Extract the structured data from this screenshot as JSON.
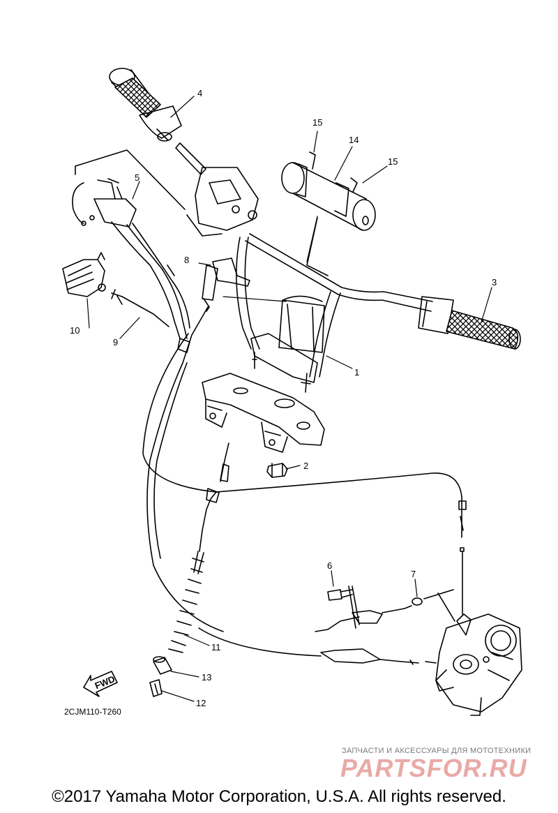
{
  "diagram": {
    "callouts": [
      {
        "id": "c1",
        "label": "1"
      },
      {
        "id": "c2",
        "label": "2"
      },
      {
        "id": "c3",
        "label": "3"
      },
      {
        "id": "c4",
        "label": "4"
      },
      {
        "id": "c5",
        "label": "5"
      },
      {
        "id": "c6",
        "label": "6"
      },
      {
        "id": "c7",
        "label": "7"
      },
      {
        "id": "c8",
        "label": "8"
      },
      {
        "id": "c9",
        "label": "9"
      },
      {
        "id": "c10",
        "label": "10"
      },
      {
        "id": "c11",
        "label": "11"
      },
      {
        "id": "c12",
        "label": "12"
      },
      {
        "id": "c13",
        "label": "13"
      },
      {
        "id": "c14",
        "label": "14"
      },
      {
        "id": "c15a",
        "label": "15"
      },
      {
        "id": "c15b",
        "label": "15"
      }
    ],
    "fwd_label": "FWD",
    "diagram_code": "2CJM110-T260"
  },
  "watermark": {
    "tagline": "ЗАПЧАСТИ И АКСЕССУАРЫ ДЛЯ МОТОТЕХНИКИ",
    "brand": "PARTSFOR.RU"
  },
  "footer": {
    "copyright": "©2017 Yamaha Motor Corporation, U.S.A. All rights reserved."
  },
  "colors": {
    "line": "#000000",
    "background": "#ffffff",
    "watermark_brand": "#e9aaa6"
  }
}
